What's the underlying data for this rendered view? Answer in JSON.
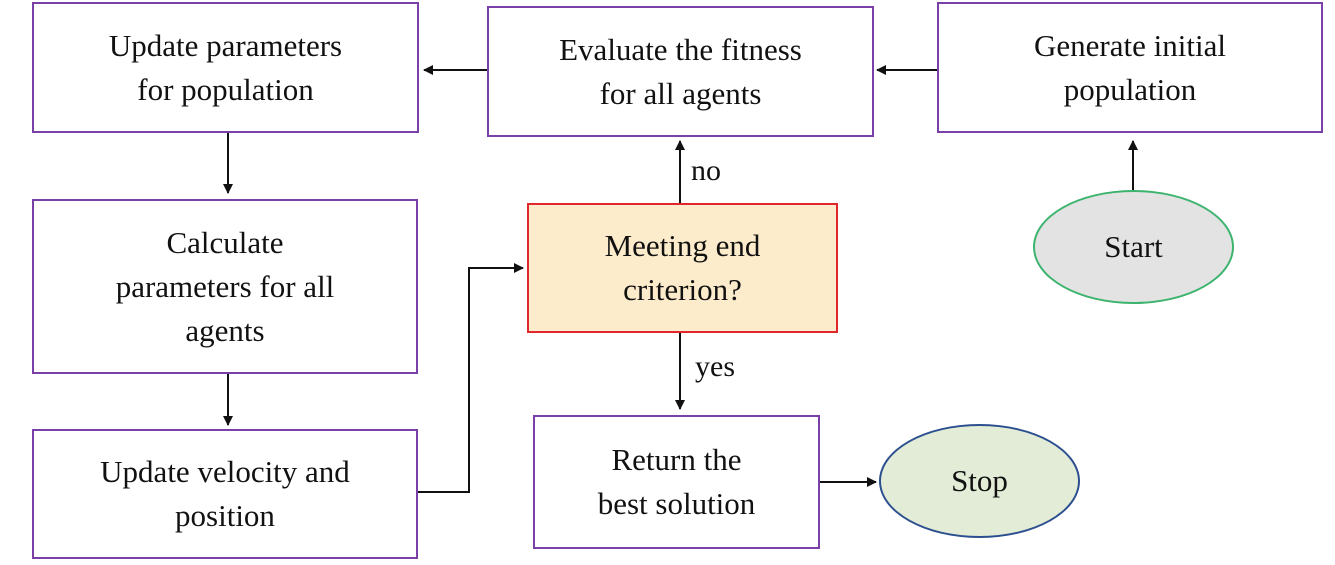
{
  "nodes": {
    "update_params": "Update parameters\nfor population",
    "evaluate": "Evaluate the fitness\nfor all agents",
    "generate": "Generate initial\npopulation",
    "calculate": "Calculate\nparameters for all\nagents",
    "meeting": "Meeting end\ncriterion?",
    "start": "Start",
    "update_velocity": "Update velocity and\nposition",
    "return_best": "Return the\nbest solution",
    "stop": "Stop"
  },
  "edge_labels": {
    "no": "no",
    "yes": "yes"
  },
  "colors": {
    "process_border": "#7b3fa8",
    "decision_border": "#e0272b",
    "decision_fill": "#fdeccb",
    "start_border": "#3cb46e",
    "start_fill": "#e3e3e3",
    "stop_border": "#2c4f8f",
    "stop_fill": "#e2ecd7",
    "arrow": "#111111"
  }
}
